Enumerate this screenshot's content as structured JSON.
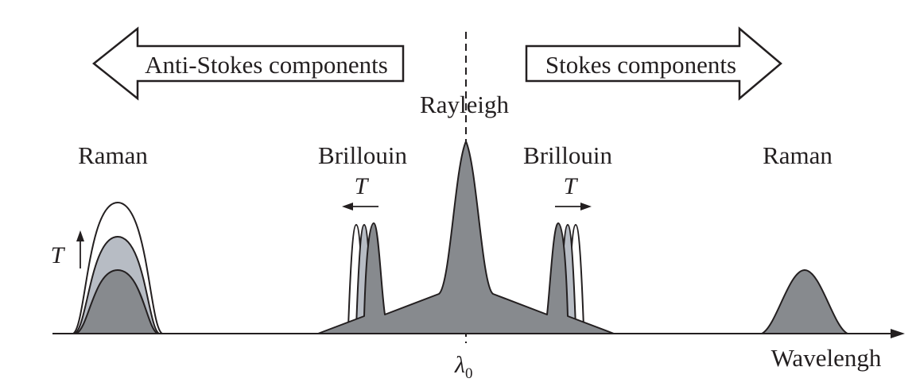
{
  "diagram": {
    "arrows": {
      "anti_stokes": "Anti-Stokes components",
      "stokes": "Stokes components"
    },
    "peaks": {
      "rayleigh": "Rayleigh",
      "brillouin_left": "Brillouin",
      "brillouin_right": "Brillouin",
      "raman_left": "Raman",
      "raman_right": "Raman"
    },
    "temperature_symbol": "T",
    "center_wavelength": "λ",
    "center_wavelength_subscript": "0",
    "axis_label": "Wavelengh",
    "colors": {
      "dark_fill": "#878a8e",
      "light_fill": "#b7bcc4",
      "outline": "#231f20"
    }
  }
}
